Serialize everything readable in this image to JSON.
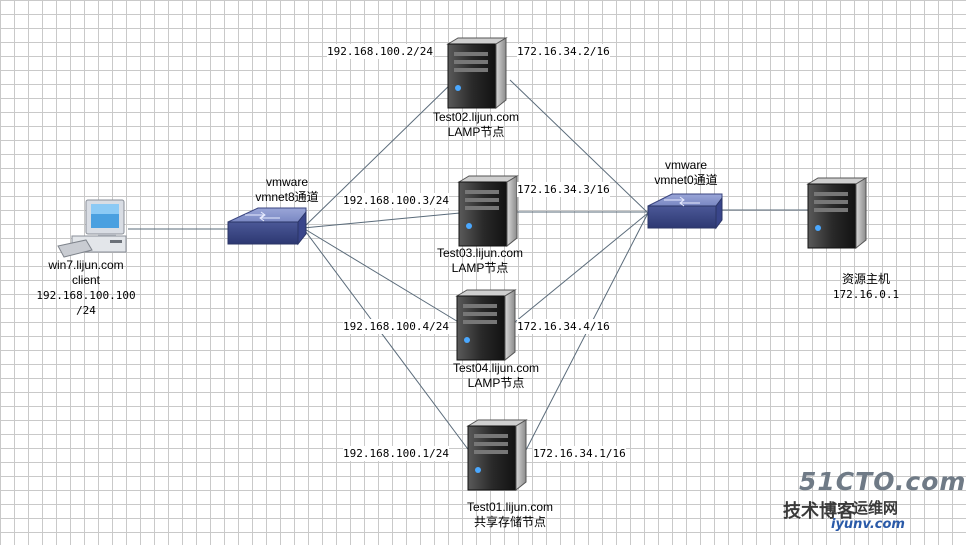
{
  "client": {
    "hostname": "win7.lijun.com",
    "role": "client",
    "ip_line1": "192.168.100.100",
    "ip_line2": "/24"
  },
  "switch_left": {
    "line1": "vmware",
    "line2": "vmnet8通道"
  },
  "switch_right": {
    "line1": "vmware",
    "line2": "vmnet0通道"
  },
  "servers": [
    {
      "hostname": "Test02.lijun.com",
      "role": "LAMP节点",
      "ip_left": "192.168.100.2/24",
      "ip_right": "172.16.34.2/16"
    },
    {
      "hostname": "Test03.lijun.com",
      "role": "LAMP节点",
      "ip_left": "192.168.100.3/24",
      "ip_right": "172.16.34.3/16"
    },
    {
      "hostname": "Test04.lijun.com",
      "role": "LAMP节点",
      "ip_left": "192.168.100.4/24",
      "ip_right": "172.16.34.4/16"
    },
    {
      "hostname": "Test01.lijun.com",
      "role": "共享存储节点",
      "ip_left": "192.168.100.1/24",
      "ip_right": "172.16.34.1/16"
    }
  ],
  "resource_host": {
    "name": "资源主机",
    "ip": "172.16.0.1"
  },
  "watermark": {
    "brand": "51CTO.com",
    "line_a": "技术博客",
    "line_b": "运维网",
    "url": "iyunv.com"
  },
  "colors": {
    "link_line": "#5a6b7a",
    "switch_body": "#4a5a9a",
    "server_body": "#2b2b2b"
  }
}
